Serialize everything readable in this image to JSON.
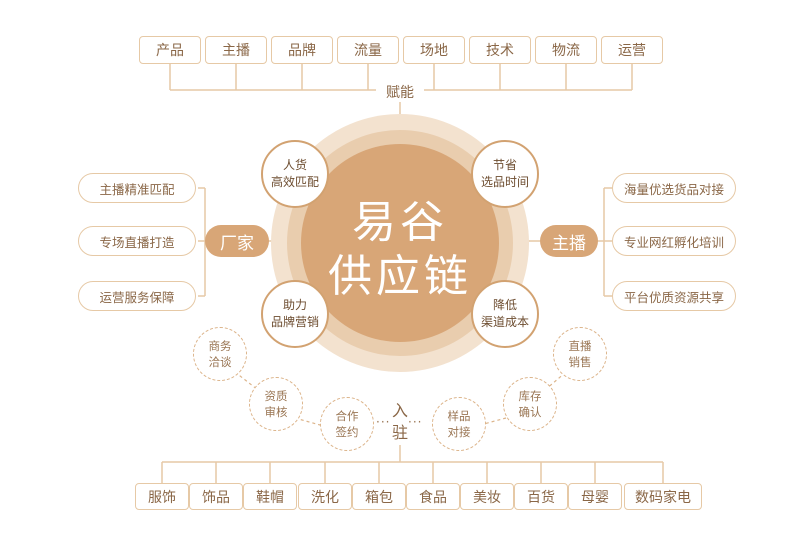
{
  "top": {
    "items": [
      "产品",
      "主播",
      "品牌",
      "流量",
      "场地",
      "技术",
      "物流",
      "运营"
    ],
    "label": "赋能"
  },
  "center": {
    "title_line1": "易谷",
    "title_line2": "供应链"
  },
  "badges": {
    "top_left": [
      "人货",
      "高效匹配"
    ],
    "top_right": [
      "节省",
      "选品时间"
    ],
    "bottom_left": [
      "助力",
      "品牌营销"
    ],
    "bottom_right": [
      "降低",
      "渠道成本"
    ]
  },
  "left": {
    "label": "厂家",
    "items": [
      "主播精准匹配",
      "专场直播打造",
      "运营服务保障"
    ]
  },
  "right": {
    "label": "主播",
    "items": [
      "海量优选货品对接",
      "专业网红孵化培训",
      "平台优质资源共享"
    ]
  },
  "process": {
    "steps": [
      [
        "商务",
        "洽谈"
      ],
      [
        "资质",
        "审核"
      ],
      [
        "合作",
        "签约"
      ],
      [
        "样品",
        "对接"
      ],
      [
        "库存",
        "确认"
      ],
      [
        "直播",
        "销售"
      ]
    ],
    "entry_label": [
      "入",
      "驻"
    ],
    "dots": "···"
  },
  "bottom": {
    "items": [
      "服饰",
      "饰品",
      "鞋帽",
      "洗化",
      "箱包",
      "食品",
      "美妆",
      "百货",
      "母婴",
      "数码家电"
    ]
  },
  "colors": {
    "accent": "#d8a677",
    "line": "#e6c9a6",
    "text": "#8a6747"
  }
}
